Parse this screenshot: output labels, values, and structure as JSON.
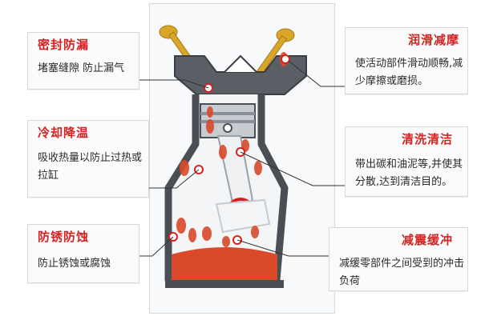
{
  "functions": [
    {
      "title": "密封防漏",
      "desc": "堵塞缝隙 防止漏气"
    },
    {
      "title": "冷却降温",
      "desc": "吸收热量以防止过热或拉缸"
    },
    {
      "title": "防锈防蚀",
      "desc": "防止锈蚀或腐蚀"
    },
    {
      "title": "润滑减摩",
      "desc": "使活动部件滑动顺畅,减少摩擦或磨损。"
    },
    {
      "title": "清洗清洁",
      "desc": "带出碳和油泥等,并使其分散,达到清洁目的。"
    },
    {
      "title": "减震缓冲",
      "desc": "减缓零部件之间受到的冲击负荷"
    }
  ],
  "colors": {
    "accent": "#d42222",
    "oil": "#d9492a",
    "valve": "#d9a62a",
    "engine": "#4a4f55"
  }
}
